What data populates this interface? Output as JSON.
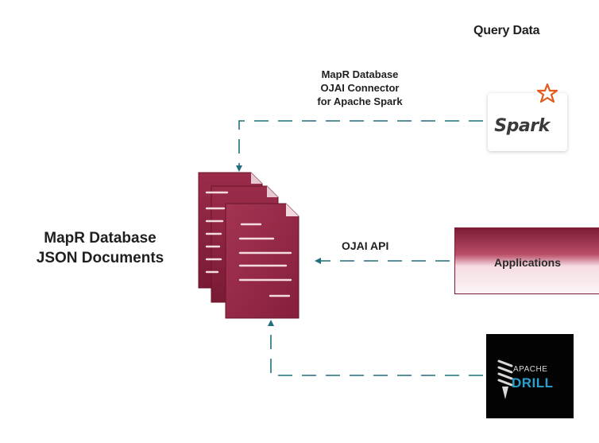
{
  "header": {
    "title": "Query Data"
  },
  "connector_label": {
    "line1": "MapR Database",
    "line2": "OJAI Connector",
    "line3": "for Apache Spark"
  },
  "api_label": "OJAI API",
  "documents": {
    "line1": "MapR Database",
    "line2": "JSON Documents"
  },
  "sources": {
    "spark": {
      "word": "Spark",
      "icon": "spark-star-icon"
    },
    "applications": {
      "label": "Applications"
    },
    "drill": {
      "apache": "APACHE",
      "drill": "DRILL",
      "icon": "drill-bit-icon"
    }
  },
  "colors": {
    "arrow": "#1f6f7c",
    "document": "#8c2340",
    "applications": "#7c1c36",
    "spark_star": "#e25a1c",
    "drill_text": "#2aa0cf"
  }
}
